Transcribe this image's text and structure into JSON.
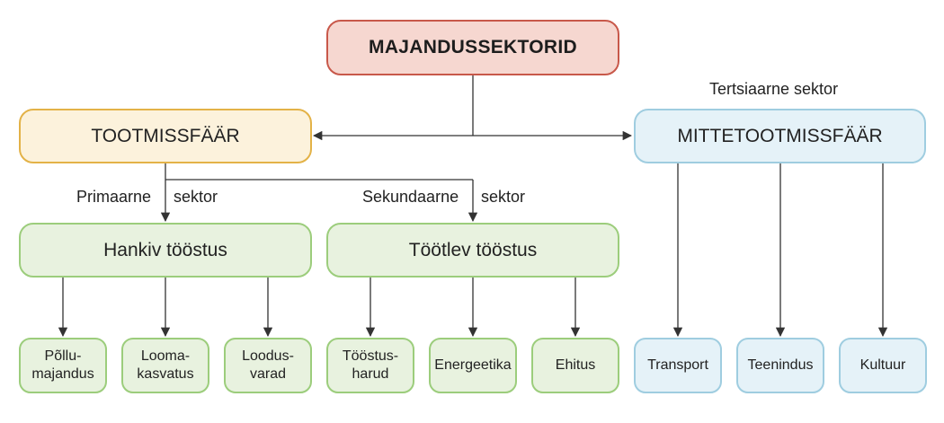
{
  "root": "MAJANDUSSEKTORID",
  "tertiary_label": "Tertsiaarne sektor",
  "production": "TOOTMISSFÄÄR",
  "non_production": "MITTETOOTMISSFÄÄR",
  "primary_label_left": "Primaarne",
  "primary_label_right": "sektor",
  "secondary_label_left": "Sekundaarne",
  "secondary_label_right": "sektor",
  "extracting": "Hankiv tööstus",
  "processing": "Töötlev tööstus",
  "leaves": {
    "agriculture": "Põllu-\nmajandus",
    "livestock": "Looma-\nkasvatus",
    "natural_resources": "Loodus-\nvarad",
    "industry_branches": "Tööstus-\nharud",
    "energy": "Energeetika",
    "construction": "Ehitus",
    "transport": "Transport",
    "services": "Teenindus",
    "culture": "Kultuur"
  },
  "colors": {
    "root_fill": "#f6d7d0",
    "root_border": "#c8584a",
    "prod_fill": "#fcf2dc",
    "prod_border": "#e3b247",
    "nonprod_fill": "#e5f2f8",
    "nonprod_border": "#9fcde0",
    "green_fill": "#e8f2df",
    "green_border": "#9ccd7c",
    "line": "#333333"
  }
}
